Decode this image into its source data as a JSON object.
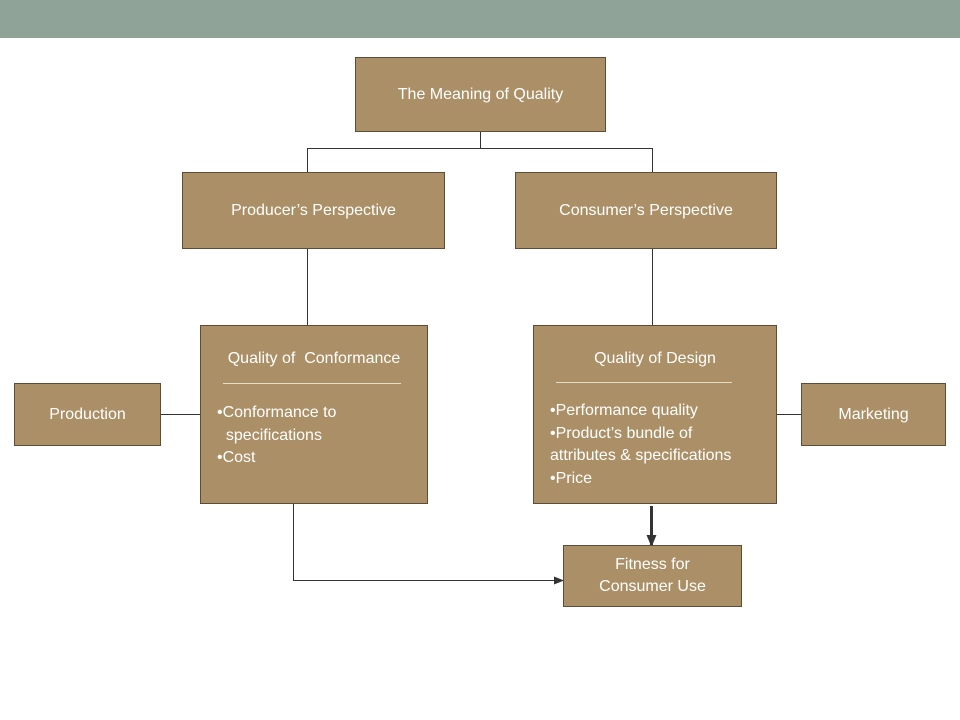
{
  "diagram": {
    "title": "The Meaning of Quality",
    "producer": "Producer’s Perspective",
    "consumer": "Consumer’s Perspective",
    "conformance": {
      "heading": "Quality of  Conformance",
      "bullets": [
        "•Conformance to",
        "  specifications",
        "•Cost"
      ]
    },
    "design": {
      "heading": "Quality of Design",
      "bullets": [
        "•Performance quality",
        "•Product’s bundle of",
        "attributes & specifications",
        "•Price"
      ]
    },
    "production": "Production",
    "marketing": "Marketing",
    "fitness": [
      "Fitness for",
      "Consumer Use"
    ]
  },
  "colors": {
    "box_fill": "#ab8f66",
    "box_border": "#5e4c36",
    "top_bar": "#8fa398",
    "connector": "#333333"
  }
}
